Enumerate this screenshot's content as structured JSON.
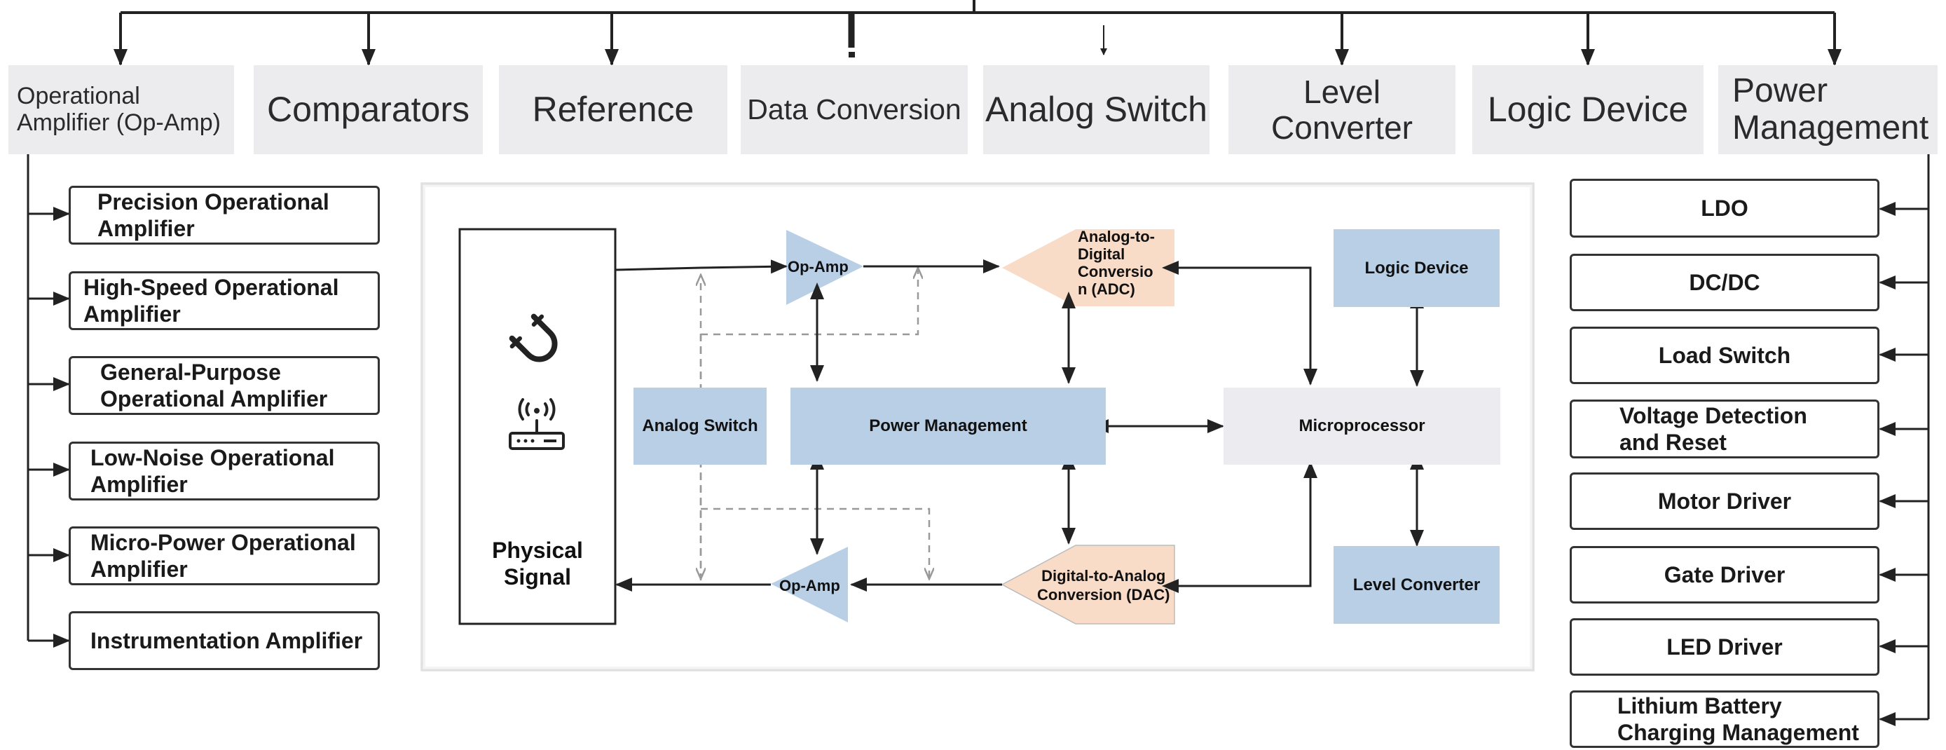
{
  "categories": [
    {
      "id": "op-amp",
      "label": "Operational\nAmplifier (Op-Amp)"
    },
    {
      "id": "comparators",
      "label": "Comparators"
    },
    {
      "id": "reference",
      "label": "Reference"
    },
    {
      "id": "data-conversion",
      "label": "Data Conversion"
    },
    {
      "id": "analog-switch",
      "label": "Analog Switch"
    },
    {
      "id": "level-converter",
      "label": "Level Converter"
    },
    {
      "id": "logic-device",
      "label": "Logic Device"
    },
    {
      "id": "power-management",
      "label": "Power\nManagement"
    }
  ],
  "op_amp_types": [
    "Precision Operational\nAmplifier",
    "High-Speed Operational\nAmplifier",
    "General-Purpose\nOperational Amplifier",
    "Low-Noise Operational\nAmplifier",
    "Micro-Power Operational\nAmplifier",
    "Instrumentation Amplifier"
  ],
  "power_management_types": [
    "LDO",
    "DC/DC",
    "Load Switch",
    "Voltage Detection\nand Reset",
    "Motor Driver",
    "Gate Driver",
    "LED Driver",
    "Lithium Battery\nCharging Management"
  ],
  "block_diagram": {
    "physical_signal": "Physical\nSignal",
    "op_amp_top": "Op-Amp",
    "op_amp_bottom": "Op-Amp",
    "adc": "Analog-to-\nDigital\nConversio\nn (ADC)",
    "dac": "Digital-to-Analog\nConversion (DAC)",
    "analog_switch": "Analog Switch",
    "power_management": "Power Management",
    "microprocessor": "Microprocessor",
    "logic_device": "Logic Device",
    "level_converter": "Level Converter"
  },
  "colors": {
    "block_blue": "#b9cfe6",
    "converter_peach": "#f8dcc8",
    "category_gray": "#ececee",
    "microprocessor_gray": "#ececf0",
    "line": "#222222",
    "dashed": "#999999"
  },
  "icons": [
    "magnet-icon",
    "router-icon"
  ]
}
